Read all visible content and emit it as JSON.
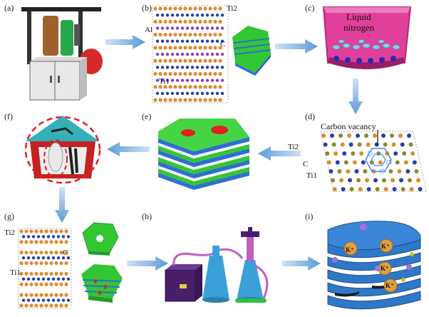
{
  "panels": {
    "a": {
      "label": "(a)"
    },
    "b": {
      "label": "(b)",
      "ti2": "Ti2",
      "al": "Al",
      "c": "C",
      "ti1": "Ti1"
    },
    "c": {
      "label": "(c)",
      "liquid_line1": "Liquid",
      "liquid_line2": "nitrogen"
    },
    "d": {
      "label": "(d)",
      "vacancy": "Carbon vacancy",
      "ti2": "Ti2",
      "c": "C",
      "ti1": "Ti1"
    },
    "e": {
      "label": "(e)"
    },
    "f": {
      "label": "(f)"
    },
    "g": {
      "label": "(g)",
      "ti2": "Ti2",
      "c": "C",
      "ti1": "Ti1"
    },
    "h": {
      "label": "(h)"
    },
    "i": {
      "label": "(i)",
      "ion": "K⁺"
    }
  },
  "colors": {
    "arrow": "#5b9bd5",
    "sheet_green": "#3fcf3f",
    "sheet_blue": "#2f6fd0",
    "ti": "#e08a2c",
    "al": "#8a3fbf",
    "carbon": "#2a3fa8",
    "liquid": "#e0409a",
    "red_dash": "#e02020"
  }
}
